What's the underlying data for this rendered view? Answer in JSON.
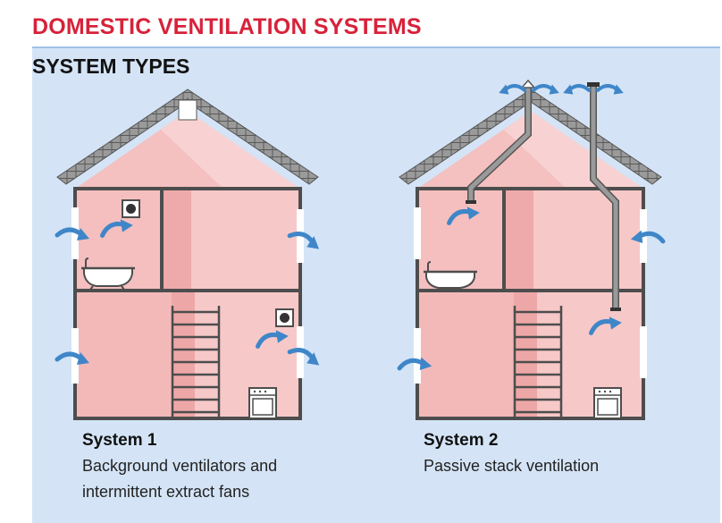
{
  "header": {
    "title": "DOMESTIC VENTILATION SYSTEMS",
    "subtitle": "SYSTEM TYPES"
  },
  "systems": [
    {
      "title": "System 1",
      "description_line1": "Background ventilators and",
      "description_line2": "intermittent extract fans"
    },
    {
      "title": "System 2",
      "description_line1": "Passive stack ventilation",
      "description_line2": ""
    }
  ],
  "colors": {
    "title": "#d7223a",
    "panel": "#d4e4f6",
    "house_fill": "#f7c8c8",
    "house_shade": "#eeaaaa",
    "wall": "#4d4d4d",
    "arrow": "#3f86c9",
    "roof": "#8c8c8c"
  }
}
